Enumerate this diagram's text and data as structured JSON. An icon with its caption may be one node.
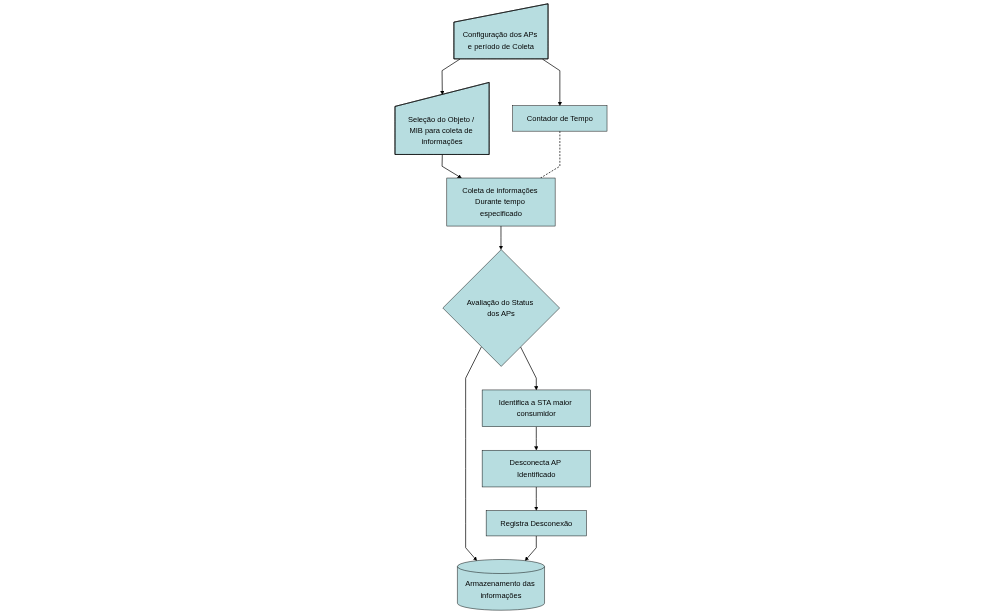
{
  "diagram": {
    "nodes": [
      {
        "text": [
          "Configuração dos APs e período de Coleta"
        ]
      },
      {
        "text": [
          "Seleção do Objeto / MIB para coleta de informações"
        ]
      },
      {
        "text": [
          "Coleta de informações Durante tempo especificado"
        ]
      },
      {
        "text": [
          "Contador de Tempo"
        ]
      },
      {
        "text": [
          "Avaliação do Status dos APs"
        ]
      },
      {
        "text": [
          "Identifica a STA maior consumidor"
        ]
      },
      {
        "text": [
          "Desconecta AP Identificado"
        ]
      },
      {
        "text": [
          "Registra Desconexão"
        ]
      },
      {
        "text": [
          "Armazenamento das informações"
        ]
      }
    ],
    "edges": [
      {
        "from": 0,
        "to": 1,
        "arrow": "to"
      },
      {
        "from": 1,
        "to": 2,
        "arrow": "to"
      },
      {
        "from": 0,
        "to": 3,
        "arrow": "to"
      },
      {
        "from": 3,
        "to": 2,
        "arrow": "none",
        "style": "dashed"
      },
      {
        "from": 2,
        "to": 4,
        "arrow": "to"
      },
      {
        "from": 4,
        "to": 5,
        "arrow": "to"
      },
      {
        "from": 5,
        "to": 6,
        "arrow": "to"
      },
      {
        "from": 6,
        "to": 7,
        "arrow": "to"
      },
      {
        "from": 4,
        "to": 8,
        "arrow": "to"
      },
      {
        "from": 7,
        "to": 8,
        "arrow": "to"
      }
    ]
  }
}
